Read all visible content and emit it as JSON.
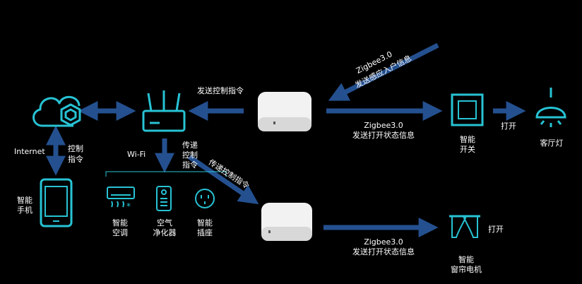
{
  "colors": {
    "background": "#000000",
    "icon_cyan": "#27c3d4",
    "arrow_blue": "#24508f",
    "hub_white": "#f2f2f2",
    "text": "#ffffff"
  },
  "icons": {
    "cloud": "cloud-hexagon-icon",
    "router": "router-icon",
    "hub": "zigbee-gateway-icon",
    "switch": "smart-switch-icon",
    "lamp": "ceiling-lamp-icon",
    "phone": "smartphone-icon",
    "ac": "air-conditioner-icon",
    "purifier": "air-purifier-icon",
    "socket": "smart-socket-icon",
    "curtain": "curtain-motor-icon"
  },
  "labels": {
    "internet": "Internet",
    "control_cmd_1": "控制",
    "control_cmd_2": "指令",
    "wifi": "Wi-Fi",
    "send_control_cmd": "发送控制指令",
    "relay_1": "传递",
    "relay_2": "控制",
    "relay_3": "指令",
    "relay_diag": "传递控制指令",
    "zigbee_in_1": "Zigbee3.0",
    "zigbee_in_2": "发送感应入户信息",
    "zigbee_top_1": "Zigbee3.0",
    "zigbee_top_2": "发送打开状态信息",
    "zigbee_bot_1": "Zigbee3.0",
    "zigbee_bot_2": "发送打开状态信息",
    "open_1": "打开",
    "open_2": "打开"
  },
  "devices": {
    "phone_1": "智能",
    "phone_2": "手机",
    "ac_1": "智能",
    "ac_2": "空调",
    "purifier_1": "空气",
    "purifier_2": "净化器",
    "socket_1": "智能",
    "socket_2": "插座",
    "switch_1": "智能",
    "switch_2": "开关",
    "lamp": "客厅灯",
    "curtain_1": "智能",
    "curtain_2": "窗帘电机"
  }
}
